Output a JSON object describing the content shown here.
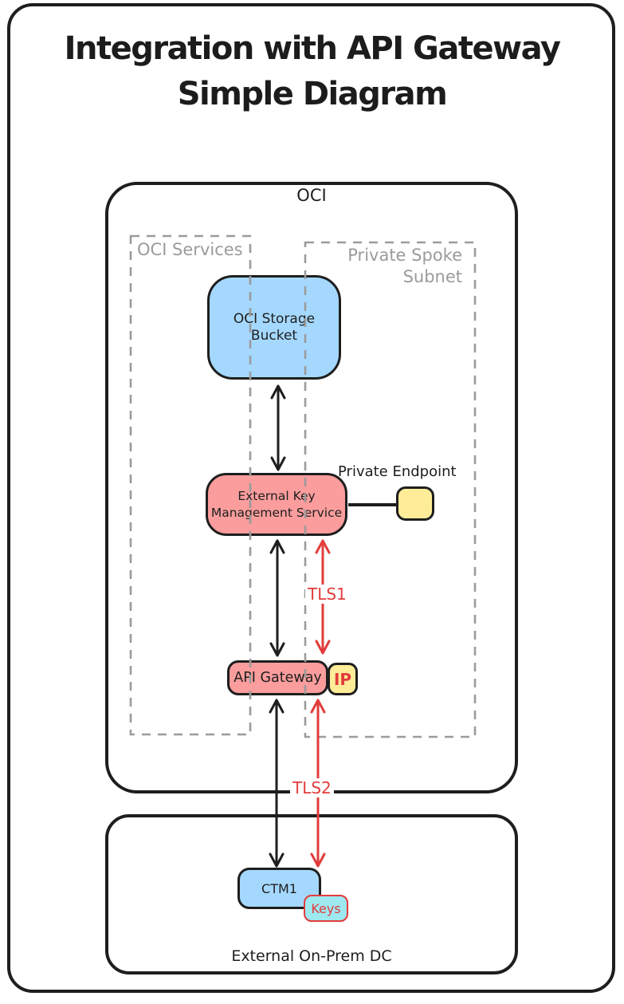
{
  "title": {
    "lines": [
      "Integration with API Gateway",
      "Simple Diagram"
    ]
  },
  "diagram": {
    "oci": {
      "label": "OCI"
    },
    "oci_services": {
      "label": "OCI Services"
    },
    "private_spoke_subnet": {
      "lines": [
        "Private Spoke",
        "Subnet"
      ]
    },
    "on_prem_dc": {
      "label": "External On-Prem DC"
    },
    "nodes": {
      "storage_bucket": {
        "lines": [
          "OCI Storage",
          "Bucket"
        ],
        "fill": "#a5d8ff"
      },
      "ekms": {
        "lines": [
          "External Key",
          "Management Service"
        ],
        "fill": "#fb9d9d"
      },
      "private_endpoint": {
        "label": "Private Endpoint",
        "fill": "#ffec99"
      },
      "api_gateway": {
        "label": "API Gateway",
        "fill": "#fb9d9d"
      },
      "ip_badge": {
        "label": "IP",
        "fill": "#ffec99",
        "text_color": "#e23c3c"
      },
      "ctm1": {
        "label": "CTM1",
        "fill": "#a5d8ff"
      },
      "keys": {
        "label": "Keys",
        "fill": "#9ee8f0",
        "border_color": "#e23c3c",
        "text_color": "#e23c3c"
      }
    },
    "edge_labels": {
      "tls1": "TLS1",
      "tls2": "TLS2"
    },
    "colors": {
      "stroke": "#1e1e1e",
      "red_accent": "#e23c3c",
      "dashed_gray": "#9b9b9b",
      "blue_fill": "#a5d8ff",
      "red_fill": "#fb9d9d",
      "yellow_fill": "#ffec99",
      "cyan_fill": "#9ee8f0"
    }
  }
}
